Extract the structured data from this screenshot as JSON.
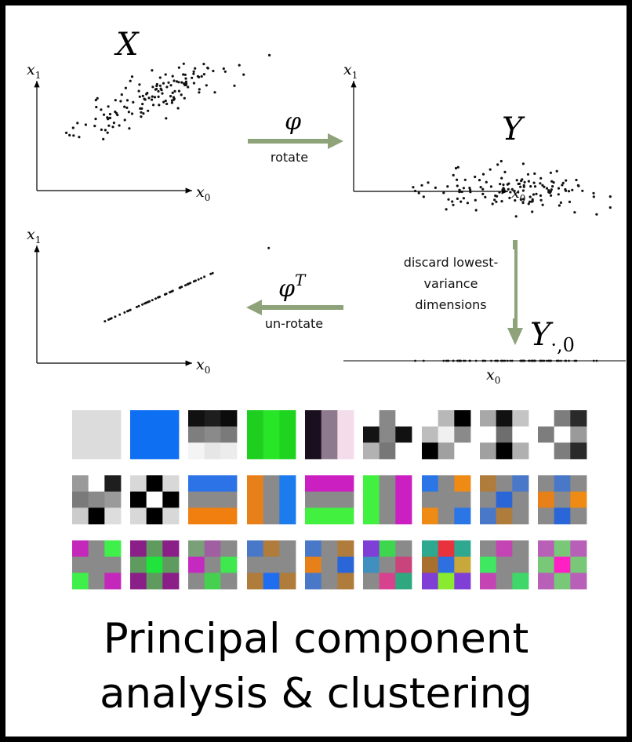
{
  "diagram": {
    "panel_X": {
      "set_label": "X",
      "x_axis": "x",
      "x_sub": "0",
      "y_axis": "x",
      "y_sub": "1"
    },
    "panel_Y": {
      "set_label": "Y",
      "x_axis": "x",
      "x_sub": "0",
      "y_axis": "x",
      "y_sub": "1"
    },
    "panel_reconstructed": {
      "x_axis": "x",
      "x_sub": "0",
      "y_axis": "x",
      "y_sub": "1"
    },
    "panel_projected": {
      "set_label": "Y",
      "set_sub": "·,0",
      "x_axis": "x",
      "x_sub": "0"
    },
    "arrow_rotate": {
      "symbol": "φ",
      "caption": "rotate"
    },
    "arrow_unrotate": {
      "symbol": "φ",
      "superscript": "T",
      "caption": "un-rotate"
    },
    "arrow_discard": {
      "lines": [
        "discard lowest-",
        "variance",
        "dimensions"
      ]
    },
    "arrow_color": "#8fa37a",
    "point_color": "#111111"
  },
  "basis_tiles": [
    [
      [
        [
          "#dcdcdc",
          "#dcdcdc",
          "#dcdcdc"
        ],
        [
          "#dcdcdc",
          "#dcdcdc",
          "#dcdcdc"
        ],
        [
          "#dcdcdc",
          "#dcdcdc",
          "#dcdcdc"
        ]
      ],
      [
        [
          "#0f6ff2",
          "#0f6ff2",
          "#0f6ff2"
        ],
        [
          "#0f6ff2",
          "#0f6ff2",
          "#0f6ff2"
        ],
        [
          "#0f6ff2",
          "#0f6ff2",
          "#0f6ff2"
        ]
      ],
      [
        [
          "#111111",
          "#1e1e1e",
          "#0c0c0c"
        ],
        [
          "#7e7e7e",
          "#8a8a8a",
          "#7a7a7a"
        ],
        [
          "#f4f4f4",
          "#e6e6e6",
          "#ececec"
        ]
      ],
      [
        [
          "#1fcf1f",
          "#28e528",
          "#1ed41e"
        ],
        [
          "#1fcf1f",
          "#28e528",
          "#1ed41e"
        ],
        [
          "#1fcf1f",
          "#28e528",
          "#1ed41e"
        ]
      ],
      [
        [
          "#1a0f1f",
          "#8e7a8e",
          "#f4dceb"
        ],
        [
          "#1a0f1f",
          "#8e7a8e",
          "#f4dceb"
        ],
        [
          "#1a0f1f",
          "#8e7a8e",
          "#f4dceb"
        ]
      ],
      [
        [
          "#ffffff",
          "#888888",
          "#ffffff"
        ],
        [
          "#141414",
          "#888888",
          "#111111"
        ],
        [
          "#b2b2b2",
          "#777777",
          "#ffffff"
        ]
      ],
      [
        [
          "#ffffff",
          "#b8b8b8",
          "#000000"
        ],
        [
          "#bdbdbd",
          "#f0f0f0",
          "#8a8a8a"
        ],
        [
          "#000000",
          "#a0a0a0",
          "#ffffff"
        ]
      ],
      [
        [
          "#a8a8a8",
          "#111111",
          "#c4c4c4"
        ],
        [
          "#ffffff",
          "#6e6e6e",
          "#ffffff"
        ],
        [
          "#a0a0a0",
          "#000000",
          "#b0b0b0"
        ]
      ],
      [
        [
          "#ffffff",
          "#7d7d7d",
          "#2a2a2a"
        ],
        [
          "#7d7d7d",
          "#ffffff",
          "#9a9a9a"
        ],
        [
          "#ffffff",
          "#7d7d7d",
          "#2a2a2a"
        ]
      ]
    ],
    [
      [
        [
          "#9a9a9a",
          "#ffffff",
          "#1e1e1e"
        ],
        [
          "#7a7a7a",
          "#8a8a8a",
          "#9a9a9a"
        ],
        [
          "#cccccc",
          "#000000",
          "#dddddd"
        ]
      ],
      [
        [
          "#d8d8d8",
          "#000000",
          "#d8d8d8"
        ],
        [
          "#000000",
          "#ffffff",
          "#000000"
        ],
        [
          "#d8d8d8",
          "#000000",
          "#d8d8d8"
        ]
      ],
      [
        [
          "#2d73e8",
          "#2d73e8",
          "#2d73e8"
        ],
        [
          "#8a8a8a",
          "#8a8a8a",
          "#8a8a8a"
        ],
        [
          "#f07f0f",
          "#f07f0f",
          "#f07f0f"
        ]
      ],
      [
        [
          "#e8801a",
          "#8a8a8a",
          "#1c7cee"
        ],
        [
          "#e8801a",
          "#8a8a8a",
          "#1c7cee"
        ],
        [
          "#e8801a",
          "#8a8a8a",
          "#1c7cee"
        ]
      ],
      [
        [
          "#cc1fc2",
          "#cc1fc2",
          "#cc1fc2"
        ],
        [
          "#8a8a8a",
          "#8a8a8a",
          "#8a8a8a"
        ],
        [
          "#42f040",
          "#42f040",
          "#42f040"
        ]
      ],
      [
        [
          "#42f040",
          "#8a8a8a",
          "#cc1fc2"
        ],
        [
          "#42f040",
          "#8a8a8a",
          "#cc1fc2"
        ],
        [
          "#42f040",
          "#8a8a8a",
          "#cc1fc2"
        ]
      ],
      [
        [
          "#2a76e6",
          "#8a8a8a",
          "#ef8a15"
        ],
        [
          "#8a8a8a",
          "#8a8a8a",
          "#8a8a8a"
        ],
        [
          "#ef8a15",
          "#8a8a8a",
          "#2a76e6"
        ]
      ],
      [
        [
          "#b07c3c",
          "#8a8a8a",
          "#4a78c8"
        ],
        [
          "#8a8a8a",
          "#2a66d8",
          "#8a8a8a"
        ],
        [
          "#4a78c8",
          "#b07c3c",
          "#8a8a8a"
        ]
      ],
      [
        [
          "#8a8a8a",
          "#4a78c8",
          "#8a8a8a"
        ],
        [
          "#e8801a",
          "#8a8a8a",
          "#ef8a15"
        ],
        [
          "#8a8a8a",
          "#2a66d8",
          "#8a8a8a"
        ]
      ]
    ],
    [
      [
        [
          "#c428bb",
          "#8a8a8a",
          "#3fef4a"
        ],
        [
          "#8a8a8a",
          "#8a8a8a",
          "#8a8a8a"
        ],
        [
          "#3fef4a",
          "#8a8a8a",
          "#c428bb"
        ]
      ],
      [
        [
          "#8a1f88",
          "#5f9a5f",
          "#8a1f88"
        ],
        [
          "#5f9a5f",
          "#1ee43b",
          "#5f9a5f"
        ],
        [
          "#8a1f88",
          "#5f9a5f",
          "#8a1f88"
        ]
      ],
      [
        [
          "#7aa07a",
          "#a05fa0",
          "#8a8a8a"
        ],
        [
          "#c52ac0",
          "#8a8a8a",
          "#3fe84f"
        ],
        [
          "#8a8a8a",
          "#46d050",
          "#8a8a8a"
        ]
      ],
      [
        [
          "#4a78c8",
          "#b07c3c",
          "#8a8a8a"
        ],
        [
          "#8a8a8a",
          "#8a8a8a",
          "#8a8a8a"
        ],
        [
          "#b07c3c",
          "#1f6ef0",
          "#b07c3c"
        ]
      ],
      [
        [
          "#4a78c8",
          "#8a8a8a",
          "#b07c3c"
        ],
        [
          "#e8801a",
          "#8a8a8a",
          "#2a66d8"
        ],
        [
          "#4a78c8",
          "#8a8a8a",
          "#b07c3c"
        ]
      ],
      [
        [
          "#7f3fd6",
          "#3fd64f",
          "#8a8a8a"
        ],
        [
          "#3f8fbf",
          "#8a8a8a",
          "#c8447a"
        ],
        [
          "#8a8a8a",
          "#d6428e",
          "#2fa880"
        ]
      ],
      [
        [
          "#2fa890",
          "#e8333f",
          "#2fa890"
        ],
        [
          "#a86f2f",
          "#2f70e0",
          "#c8a83a"
        ],
        [
          "#7f3fd6",
          "#8aea2f",
          "#7f3fd6"
        ]
      ],
      [
        [
          "#8a8a8a",
          "#c444b4",
          "#8a8a8a"
        ],
        [
          "#3fe860",
          "#8a8a8a",
          "#8a8a8a"
        ],
        [
          "#c444b4",
          "#8a8a8a",
          "#3fd66a"
        ]
      ],
      [
        [
          "#b85fb8",
          "#78c878",
          "#b85fb8"
        ],
        [
          "#78c878",
          "#ff20c4",
          "#78c878"
        ],
        [
          "#b85fb8",
          "#78c878",
          "#b85fb8"
        ]
      ]
    ]
  ],
  "title": {
    "line1": "Principal component",
    "line2": "analysis & clustering"
  }
}
